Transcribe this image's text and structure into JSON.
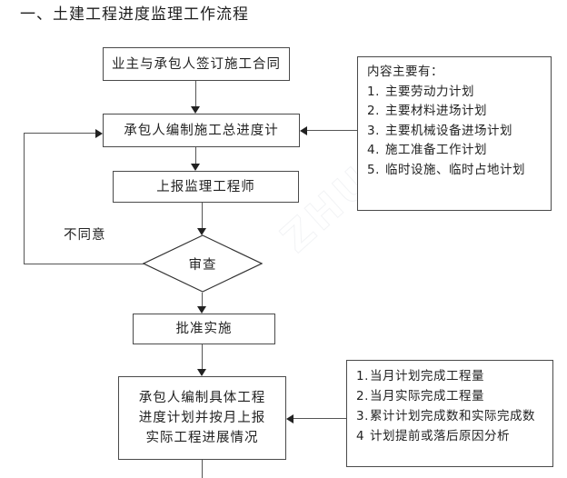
{
  "document": {
    "title": "一、土建工程进度监理工作流程",
    "watermark": "ZHULONG"
  },
  "flow": {
    "nodes": [
      {
        "id": "contract",
        "label": "业主与承包人签订施工合同",
        "shape": "rect"
      },
      {
        "id": "master-plan",
        "label": "承包人编制施工总进度计",
        "shape": "rect"
      },
      {
        "id": "report",
        "label": "上报监理工程师",
        "shape": "rect"
      },
      {
        "id": "review",
        "label": "审查",
        "shape": "diamond"
      },
      {
        "id": "approve",
        "label": "批准实施",
        "shape": "rect"
      },
      {
        "id": "monthly",
        "shape": "rect",
        "lines": [
          "承包人编制具体工程",
          "进度计划并按月上报",
          "实际工程进展情况"
        ]
      }
    ],
    "edge_labels": {
      "reject": "不同意"
    }
  },
  "notes": {
    "plan_contents": {
      "header": "内容主要有：",
      "items": [
        {
          "num": "1.",
          "text": "主要劳动力计划"
        },
        {
          "num": "2.",
          "text": "主要材料进场计划"
        },
        {
          "num": "3.",
          "text": "主要机械设备进场计划"
        },
        {
          "num": "4.",
          "text": "施工准备工作计划"
        },
        {
          "num": "5.",
          "text": "临时设施、临时占地计划"
        }
      ]
    },
    "monthly_contents": {
      "items": [
        {
          "num": "1.",
          "text": "当月计划完成工程量"
        },
        {
          "num": "2.",
          "text": "当月实际完成工程量"
        },
        {
          "num": "3.",
          "text": "累计计划完成数和实际完成数"
        },
        {
          "num": "4",
          "text": "计划提前或落后原因分析"
        }
      ]
    }
  },
  "colors": {
    "border": "#4a4a4a",
    "line": "#555555",
    "text": "#222222",
    "background": "#ffffff"
  }
}
